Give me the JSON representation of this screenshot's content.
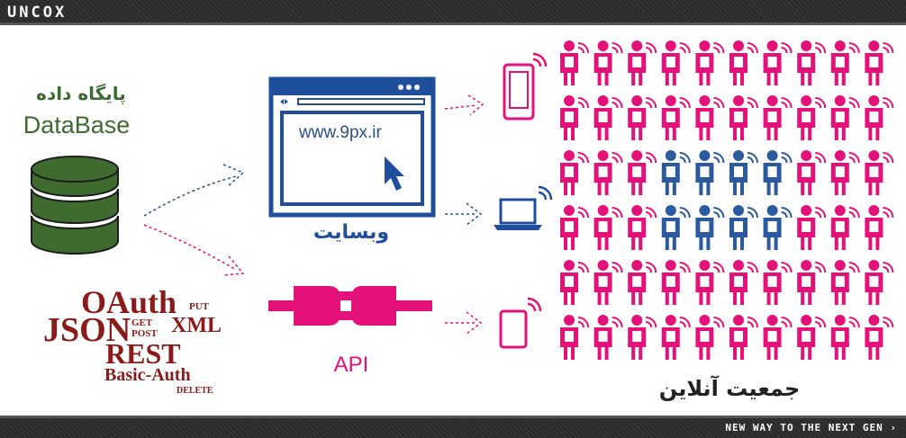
{
  "header": {
    "logo": "UNCOX"
  },
  "footer": {
    "tagline": "NEW WAY TO THE NEXT GEN ›"
  },
  "database": {
    "title_fa": "پایگاه داده",
    "title_en": "DataBase"
  },
  "website": {
    "url": "www.9px.ir",
    "label": "وبسایت"
  },
  "api": {
    "label": "API"
  },
  "auth_terms": {
    "oauth": "OAuth",
    "put": "PUT",
    "json": "JSON",
    "get": "GET",
    "post": "POST",
    "xml": "XML",
    "rest": "REST",
    "basic_auth": "Basic-Auth",
    "delete": "DELETE"
  },
  "crowd": {
    "label": "جمعیت آنلاین",
    "rows": 6,
    "cols": 10
  },
  "colors": {
    "pink": "#e5117b",
    "blue": "#2b5a9e",
    "green": "#3d6b2f",
    "dark": "#2e2e2e"
  }
}
